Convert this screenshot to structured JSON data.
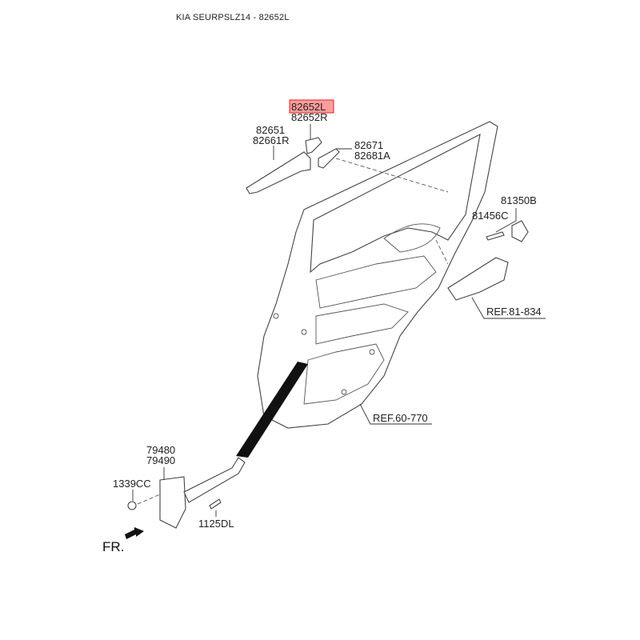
{
  "header": {
    "title": "KIA SEURPSLZ14 - 82652L"
  },
  "highlight_color": "#ff4d4d",
  "labels": {
    "highlighted": "82652L",
    "p82652r": "82652R",
    "p82651": "82651",
    "p82661r": "82661R",
    "p82671": "82671",
    "p82681a": "82681A",
    "p81350b": "81350B",
    "p81456c": "81456C",
    "ref81": "REF.81-834",
    "ref60": "REF.60-770",
    "p79480": "79480",
    "p79490": "79490",
    "p1339cc": "1339CC",
    "p1125dl": "1125DL",
    "front": "FR."
  }
}
